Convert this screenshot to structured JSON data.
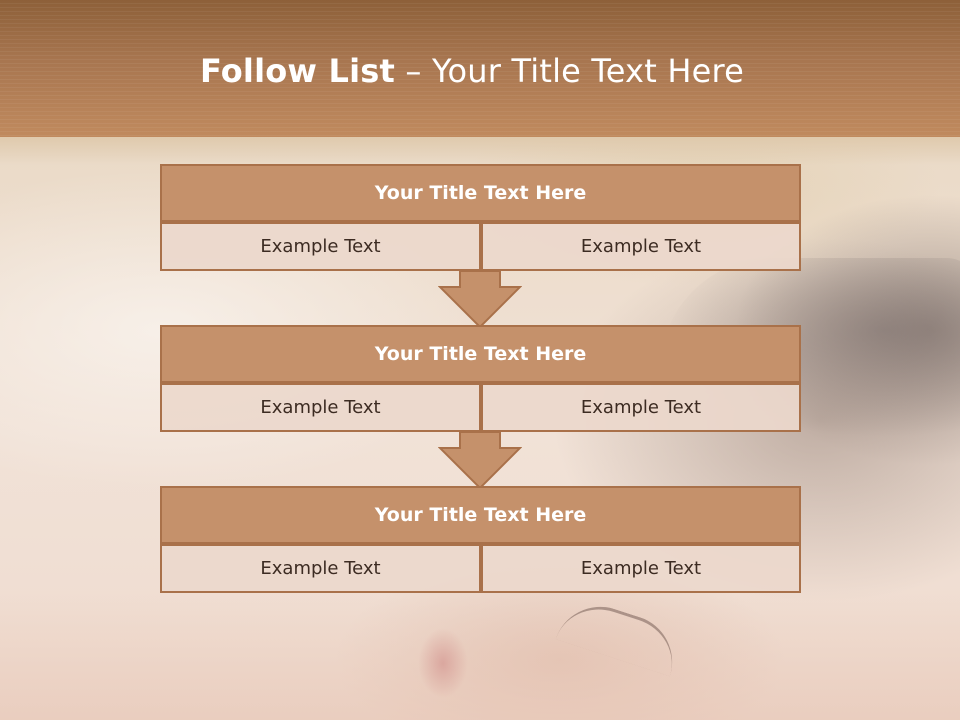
{
  "slide": {
    "title_bold": "Follow List",
    "title_rest": " – Your Title Text Here"
  },
  "blocks": [
    {
      "title": "Your Title Text Here",
      "cells": [
        "Example Text",
        "Example Text"
      ]
    },
    {
      "title": "Your Title Text Here",
      "cells": [
        "Example Text",
        "Example Text"
      ]
    },
    {
      "title": "Your Title Text Here",
      "cells": [
        "Example Text",
        "Example Text"
      ]
    }
  ],
  "colors": {
    "header": "#a87650",
    "block_title_fill": "#c5916b",
    "block_border": "#a9714a",
    "cell_fill": "#ecd8cc",
    "arrow_fill": "#c5916b"
  },
  "icons": {
    "connector": "down-arrow-icon"
  }
}
